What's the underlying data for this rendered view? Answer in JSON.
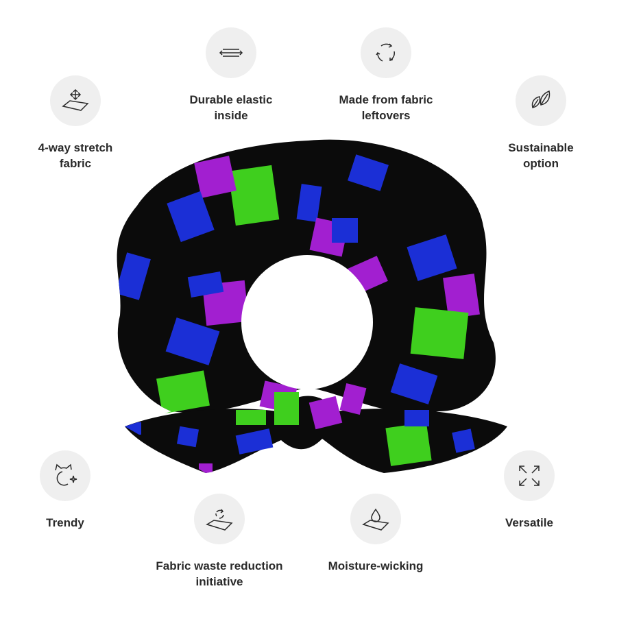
{
  "features": [
    {
      "id": "stretch",
      "icon": "stretch-fabric-icon",
      "label": "4-way stretch\nfabric"
    },
    {
      "id": "elastic",
      "icon": "elastic-icon",
      "label": "Durable elastic\ninside"
    },
    {
      "id": "leftovers",
      "icon": "recycle-arrows-icon",
      "label": "Made from fabric\nleftovers"
    },
    {
      "id": "sustainable",
      "icon": "leaves-icon",
      "label": "Sustainable\noption"
    },
    {
      "id": "trendy",
      "icon": "cat-sparkle-icon",
      "label": "Trendy"
    },
    {
      "id": "waste",
      "icon": "fabric-recycle-icon",
      "label": "Fabric waste reduction\ninitiative"
    },
    {
      "id": "moisture",
      "icon": "water-drop-icon",
      "label": "Moisture-wicking"
    },
    {
      "id": "versatile",
      "icon": "expand-arrows-icon",
      "label": "Versatile"
    }
  ],
  "colors": {
    "scrunchie_base": "#0b0b0b",
    "pattern_green": "#3fcf1e",
    "pattern_purple": "#a21fd0",
    "pattern_blue": "#1b2fd6",
    "icon_circle": "#efefef",
    "label_text": "#2a2a2a"
  }
}
